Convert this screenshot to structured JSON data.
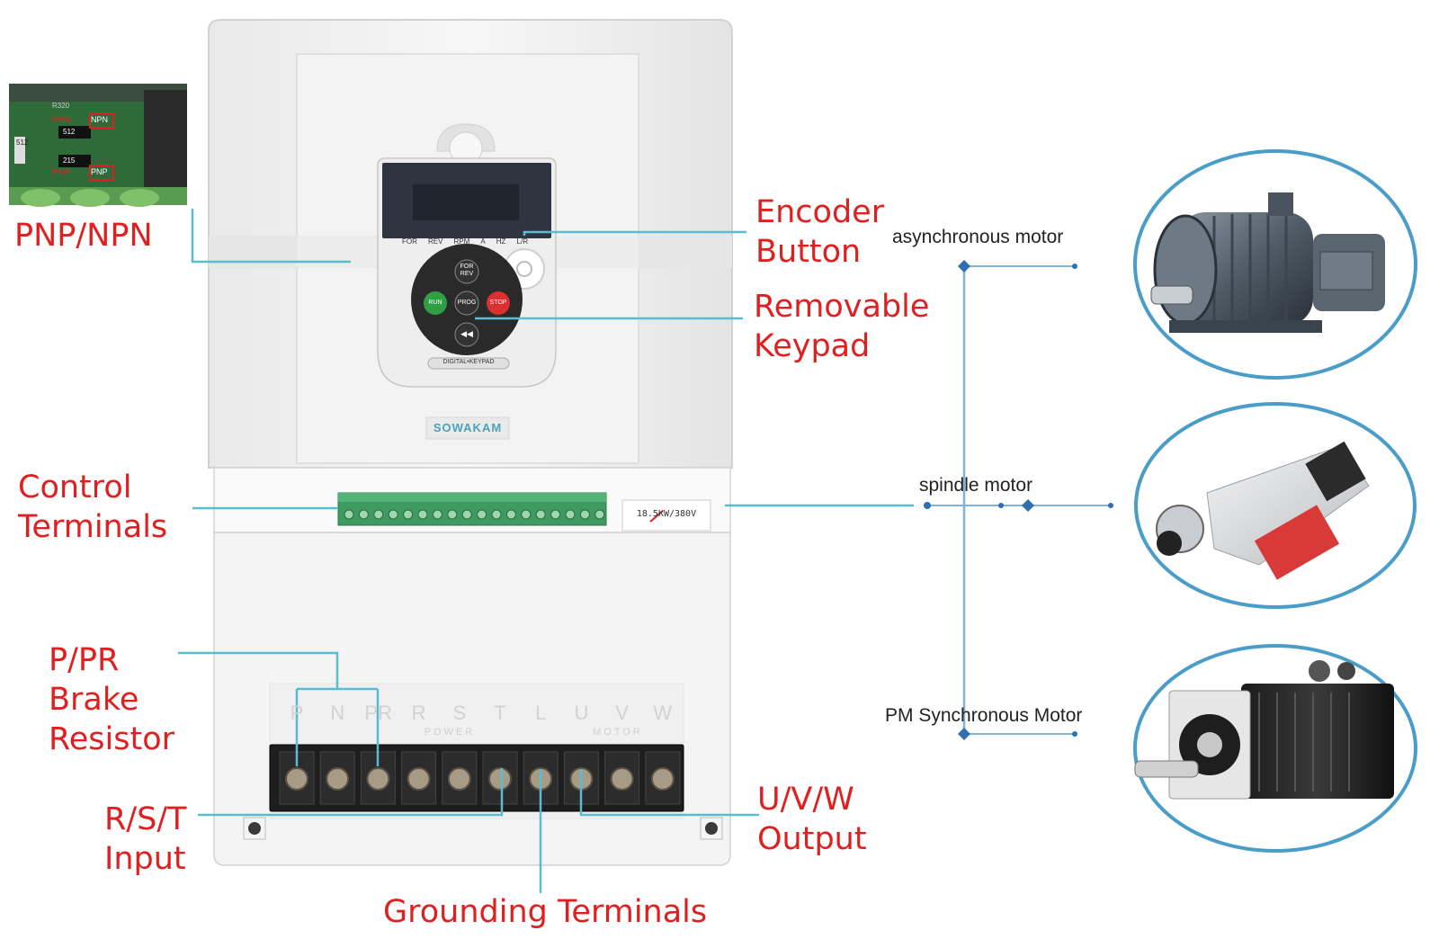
{
  "inverter": {
    "brand": "SOWAKAM",
    "keypad_indicators": [
      "FOR",
      "REV",
      "RPM",
      "A",
      "HZ",
      "L/R"
    ],
    "keypad_buttons": {
      "run": "RUN",
      "stop": "STOP",
      "prog": "PROG",
      "forrev_top": "FOR",
      "forrev_bottom": "REV",
      "rewind": "◀◀"
    },
    "keypad_caption": "DIGITAL•KEYPAD",
    "rating_label": "18.5KW/380V",
    "power_terminal_labels": [
      "P",
      "N",
      "PR",
      "R",
      "S",
      "T",
      "L",
      "U",
      "V",
      "W"
    ],
    "power_group_label": "POWER",
    "motor_group_label": "MOTOR"
  },
  "pcb_inset": {
    "labels": [
      "NPN",
      "NPN",
      "PNP",
      "PNP",
      "512",
      "512",
      "215",
      "R320"
    ]
  },
  "callouts": {
    "pnp_npn": "PNP/NPN",
    "encoder_1": "Encoder",
    "encoder_2": "Button",
    "keypad_1": "Removable",
    "keypad_2": "Keypad",
    "control_1": "Control",
    "control_2": "Terminals",
    "brake_1": "P/PR",
    "brake_2": "Brake",
    "brake_3": "Resistor",
    "rst_1": "R/S/T",
    "rst_2": "Input",
    "uvw_1": "U/V/W",
    "uvw_2": "Output",
    "grounding": "Grounding Terminals"
  },
  "motors": {
    "asynchronous": "asynchronous motor",
    "spindle": "spindle motor",
    "pm_sync": "PM Synchronous Motor"
  },
  "colors": {
    "callout_text": "#e02020",
    "leader_line": "#5bbccf",
    "motor_ring": "#4a9cc9",
    "connector_line": "#7fb3d9",
    "connector_node": "#2f6fb0"
  }
}
